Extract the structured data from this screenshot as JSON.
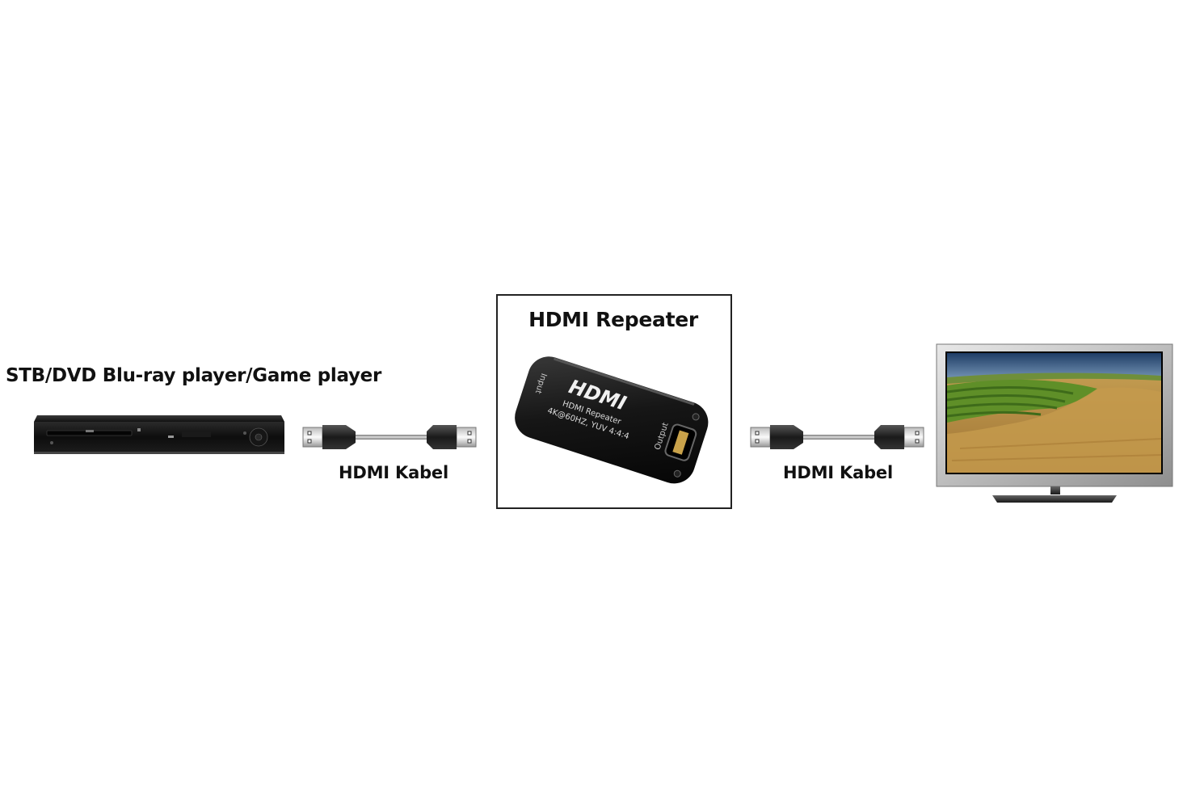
{
  "source": {
    "label": "STB/DVD Blu-ray player/Game player"
  },
  "cable_1": {
    "label": "HDMI Kabel"
  },
  "repeater": {
    "title": "HDMI Repeater",
    "logo": "HDMI",
    "product_name": "HDMI Repeater",
    "spec": "4K@60HZ, YUV 4:4:4",
    "input_port_label": "Input",
    "output_port_label": "Output"
  },
  "cable_2": {
    "label": "HDMI Kabel"
  },
  "display": {
    "icon": "tv-icon"
  },
  "colors": {
    "text": "#111111",
    "frame": "#222222",
    "device_body": "#1a1a1a"
  }
}
